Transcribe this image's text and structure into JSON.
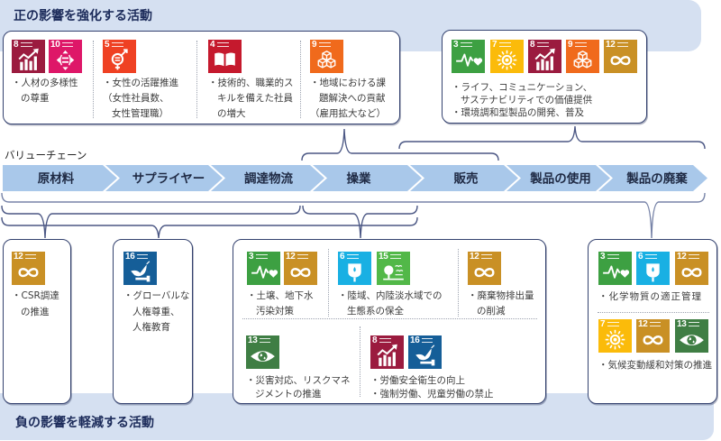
{
  "positive": {
    "title": "正の影響を強化する活動",
    "box_upstream": {
      "columns": [
        {
          "sdgs": [
            "8",
            "10"
          ],
          "lines": [
            "・人材の多様性",
            "の尊重"
          ]
        },
        {
          "sdgs": [
            "5"
          ],
          "lines": [
            "・女性の活躍推進",
            "（女性社員数、",
            "女性管理職）"
          ]
        },
        {
          "sdgs": [
            "4"
          ],
          "lines": [
            "・技術的、職業的ス",
            "キルを備えた社員",
            "の増大"
          ]
        },
        {
          "sdgs": [
            "9"
          ],
          "lines": [
            "・地域における課",
            "題解決への貢献",
            "（雇用拡大など）"
          ]
        }
      ]
    },
    "box_downstream": {
      "sdgs": [
        "3",
        "7",
        "8",
        "9",
        "12"
      ],
      "lines": [
        "・ライフ、コミュニケーション、",
        "サステナビリティでの価値提供",
        "・環境調和型製品の開発、普及"
      ]
    }
  },
  "value_chain": {
    "label": "バリューチェーン",
    "steps": [
      "原材料",
      "サプライヤー",
      "調達物流",
      "操業",
      "販売",
      "製品の使用",
      "製品の廃棄"
    ]
  },
  "negative": {
    "title": "負の影響を軽減する活動",
    "box_procurement": {
      "sdgs": [
        "12"
      ],
      "lines": [
        "・CSR調達",
        "の推進"
      ]
    },
    "box_human_rights": {
      "sdgs": [
        "16"
      ],
      "lines": [
        "・グローバルな",
        "人権尊重、",
        "人権教育"
      ]
    },
    "box_operations": {
      "cells": [
        {
          "sdgs": [
            "3",
            "12"
          ],
          "lines": [
            "・土壌、地下水",
            "汚染対策"
          ]
        },
        {
          "sdgs": [
            "6",
            "15"
          ],
          "lines": [
            "・陸域、内陸淡水域での",
            "生態系の保全"
          ]
        },
        {
          "sdgs": [
            "12"
          ],
          "lines": [
            "・廃棄物排出量",
            "の削減"
          ]
        },
        {
          "sdgs": [
            "13"
          ],
          "lines": [
            "・災害対応、リスクマネ",
            "ジメントの推進"
          ]
        },
        {
          "sdgs": [
            "8",
            "16"
          ],
          "lines": [
            "・労働安全衛生の向上",
            "・強制労働、児童労働の禁止"
          ]
        }
      ]
    },
    "box_disposal": {
      "cells": [
        {
          "sdgs": [
            "3",
            "6",
            "12"
          ],
          "lines": [
            "・化学物質の適正管理"
          ]
        },
        {
          "sdgs": [
            "7",
            "12",
            "13"
          ],
          "lines": [
            "・気候変動緩和対策の推進"
          ]
        }
      ]
    }
  },
  "sdg_colors": {
    "3": "#3da042",
    "4": "#c5192d",
    "5": "#ef4123",
    "6": "#19b0e3",
    "7": "#fbbb0a",
    "8": "#9b1b3f",
    "9": "#f06a1c",
    "10": "#de1768",
    "12": "#c99025",
    "13": "#3f7e44",
    "15": "#52b848",
    "16": "#155e98"
  },
  "sdg_icons": {
    "3": "heartbeat-icon",
    "4": "book-icon",
    "5": "gender-equality-icon",
    "6": "clean-water-icon",
    "7": "sun-icon",
    "8": "growth-chart-icon",
    "9": "cubes-icon",
    "10": "equality-icon",
    "12": "infinity-icon",
    "13": "eye-globe-icon",
    "15": "tree-birds-icon",
    "16": "dove-gavel-icon"
  },
  "colors": {
    "band": "#d5e0f1",
    "arrow": "#a9c8ea",
    "border": "#34426f",
    "title": "#1c2b5a"
  }
}
